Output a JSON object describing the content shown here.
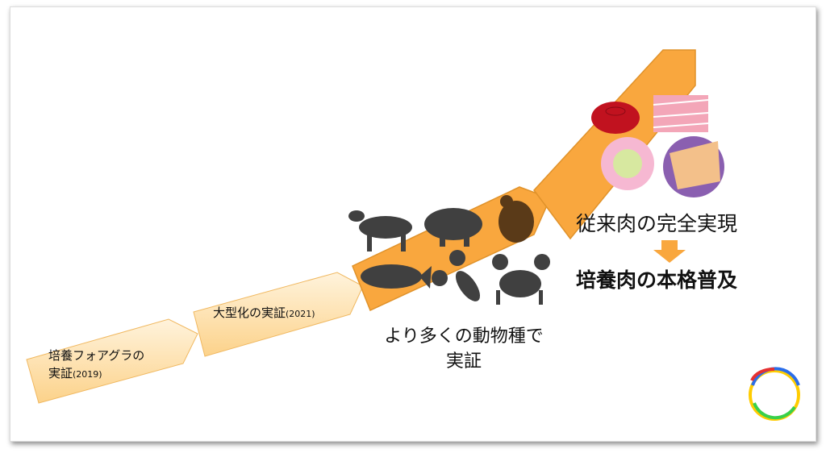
{
  "steps": [
    {
      "label_line1": "培養フォアグラの",
      "label_line2": "実証",
      "year": "(2019)"
    },
    {
      "label": "大型化の実証",
      "year": "(2021)"
    },
    {
      "label_line1": "より多くの動物種で",
      "label_line2": "実証"
    },
    {
      "goal": "従来肉の完全実現",
      "result": "培養肉の本格普及"
    }
  ],
  "icons": [
    "cow-icon",
    "pig-icon",
    "chicken-icon",
    "tuna-icon",
    "lobster-icon",
    "crab-icon",
    "red-blood-cell-icon",
    "muscle-cell-icon",
    "pancreatic-cell-icon",
    "epithelial-cell-icon",
    "logo-ring-icon"
  ],
  "colors": {
    "light_arrow": "#fcd58f",
    "orange_arrow": "#f9a73e",
    "arrow_border": "#e59b2e",
    "silhouette": "#404040"
  }
}
